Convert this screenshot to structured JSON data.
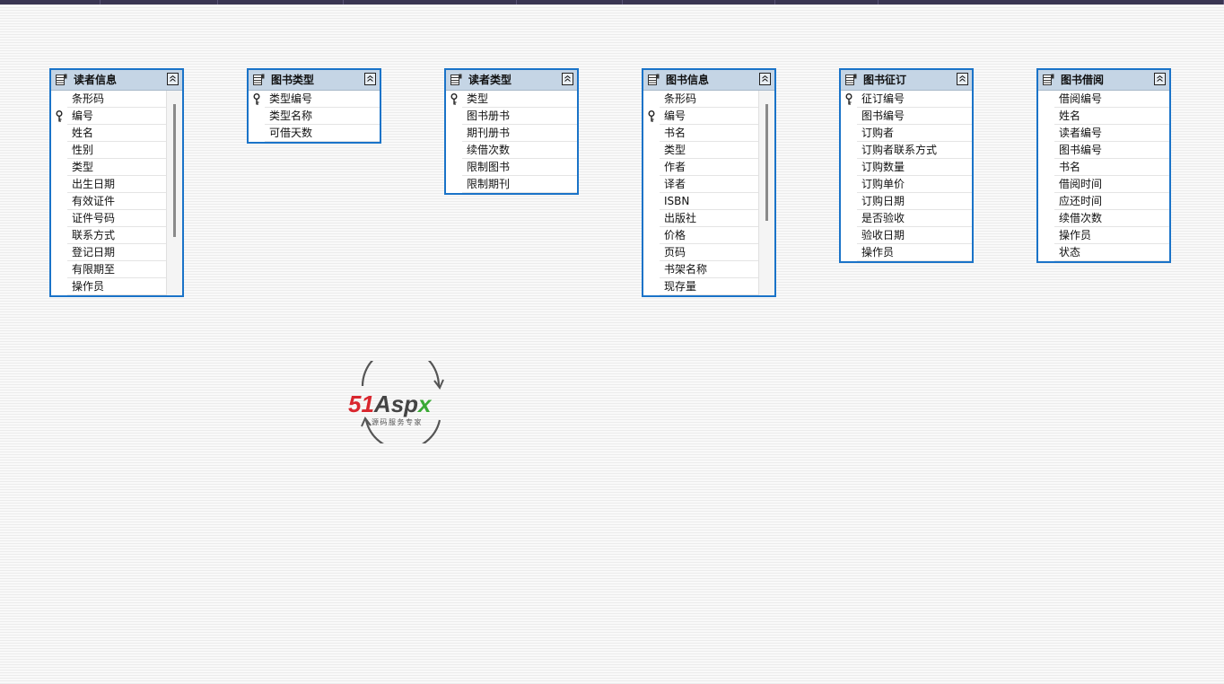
{
  "diagram": {
    "tables": [
      {
        "id": "reader-info",
        "title": "读者信息",
        "scrollable": true,
        "fields": [
          {
            "name": "条形码",
            "key": false
          },
          {
            "name": "编号",
            "key": true
          },
          {
            "name": "姓名",
            "key": false
          },
          {
            "name": "性别",
            "key": false
          },
          {
            "name": "类型",
            "key": false
          },
          {
            "name": "出生日期",
            "key": false
          },
          {
            "name": "有效证件",
            "key": false
          },
          {
            "name": "证件号码",
            "key": false
          },
          {
            "name": "联系方式",
            "key": false
          },
          {
            "name": "登记日期",
            "key": false
          },
          {
            "name": "有限期至",
            "key": false
          },
          {
            "name": "操作员",
            "key": false
          }
        ]
      },
      {
        "id": "book-type",
        "title": "图书类型",
        "scrollable": false,
        "fields": [
          {
            "name": "类型编号",
            "key": true
          },
          {
            "name": "类型名称",
            "key": false
          },
          {
            "name": "可借天数",
            "key": false
          }
        ]
      },
      {
        "id": "reader-type",
        "title": "读者类型",
        "scrollable": false,
        "fields": [
          {
            "name": "类型",
            "key": true
          },
          {
            "name": "图书册书",
            "key": false
          },
          {
            "name": "期刊册书",
            "key": false
          },
          {
            "name": "续借次数",
            "key": false
          },
          {
            "name": "限制图书",
            "key": false
          },
          {
            "name": "限制期刊",
            "key": false
          }
        ]
      },
      {
        "id": "book-info",
        "title": "图书信息",
        "scrollable": true,
        "fields": [
          {
            "name": "条形码",
            "key": false
          },
          {
            "name": "编号",
            "key": true
          },
          {
            "name": "书名",
            "key": false
          },
          {
            "name": "类型",
            "key": false
          },
          {
            "name": "作者",
            "key": false
          },
          {
            "name": "译者",
            "key": false
          },
          {
            "name": "ISBN",
            "key": false
          },
          {
            "name": "出版社",
            "key": false
          },
          {
            "name": "价格",
            "key": false
          },
          {
            "name": "页码",
            "key": false
          },
          {
            "name": "书架名称",
            "key": false
          },
          {
            "name": "现存量",
            "key": false
          }
        ]
      },
      {
        "id": "book-order",
        "title": "图书征订",
        "scrollable": false,
        "fields": [
          {
            "name": "征订编号",
            "key": true
          },
          {
            "name": "图书编号",
            "key": false
          },
          {
            "name": "订购者",
            "key": false
          },
          {
            "name": "订购者联系方式",
            "key": false
          },
          {
            "name": "订购数量",
            "key": false
          },
          {
            "name": "订购单价",
            "key": false
          },
          {
            "name": "订购日期",
            "key": false
          },
          {
            "name": "是否验收",
            "key": false
          },
          {
            "name": "验收日期",
            "key": false
          },
          {
            "name": "操作员",
            "key": false
          }
        ]
      },
      {
        "id": "book-borrow",
        "title": "图书借阅",
        "scrollable": false,
        "fields": [
          {
            "name": "借阅编号",
            "key": false
          },
          {
            "name": "姓名",
            "key": false
          },
          {
            "name": "读者编号",
            "key": false
          },
          {
            "name": "图书编号",
            "key": false
          },
          {
            "name": "书名",
            "key": false
          },
          {
            "name": "借阅时间",
            "key": false
          },
          {
            "name": "应还时间",
            "key": false
          },
          {
            "name": "续借次数",
            "key": false
          },
          {
            "name": "操作员",
            "key": false
          },
          {
            "name": "状态",
            "key": false
          }
        ]
      }
    ]
  },
  "watermark": {
    "brand": "51Aspx",
    "tagline": "源码服务专家"
  },
  "colors": {
    "table_border": "#1a73c8",
    "header_bg": "#c5d5e5",
    "topbar": "#3a3552",
    "brand_red": "#d9262e",
    "brand_dark": "#444444",
    "brand_green": "#3aa935"
  }
}
